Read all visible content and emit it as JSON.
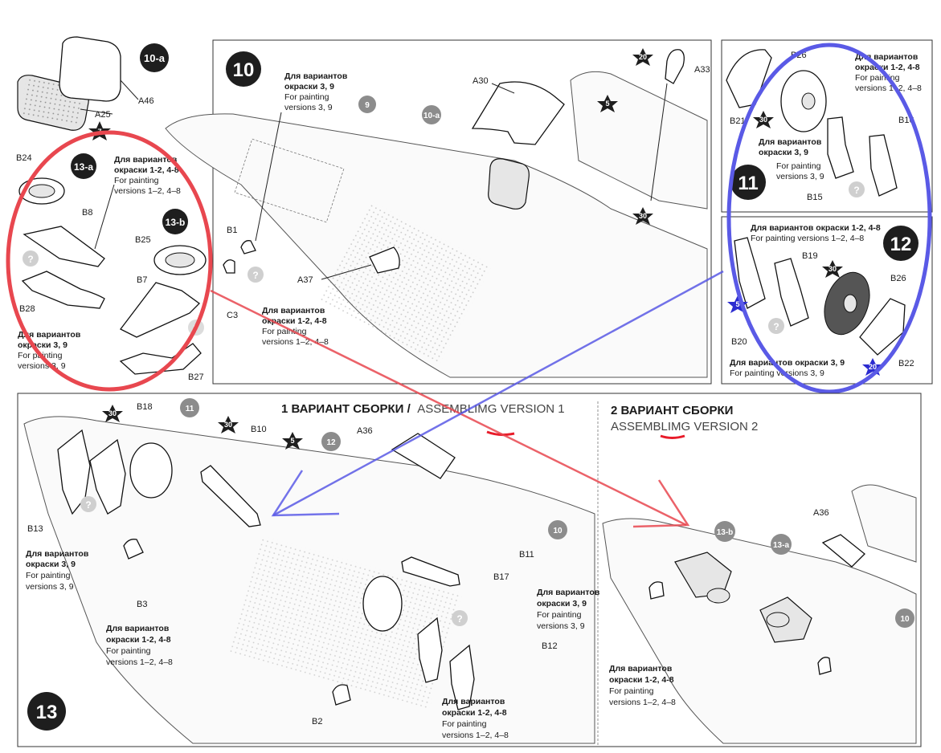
{
  "header": {
    "version1_ru": "1 ВАРИАНТ СБОРКИ /",
    "version1_en": "ASSEMBLIMG VERSION 1",
    "version2_ru": "2 ВАРИАНТ СБОРКИ",
    "version2_en": "ASSEMBLIMG VERSION 2"
  },
  "steps": {
    "s10": "10",
    "s10a": "10-a",
    "s11": "11",
    "s12": "12",
    "s13": "13",
    "s13a": "13-a",
    "s13b": "13-b"
  },
  "parts": {
    "a46": "A46",
    "a25": "A25",
    "b24": "B24",
    "b8": "B8",
    "b28": "B28",
    "b25": "B25",
    "b7": "B7",
    "b27": "B27",
    "b1": "B1",
    "c3": "C3",
    "a37": "A37",
    "a30": "A30",
    "a33": "A33",
    "b26": "B26",
    "b21": "B21",
    "b16": "B16",
    "b15": "B15",
    "b19": "B19",
    "b20": "B20",
    "b22": "B22",
    "b18": "B18",
    "b13": "B13",
    "b10": "B10",
    "a36": "A36",
    "b3": "B3",
    "b11": "B11",
    "b17": "B17",
    "b12": "B12",
    "b2": "B2"
  },
  "notes": {
    "ru_1248": "Для вариантов окраски 1-2, 4-8",
    "en_1248": "For painting versions 1–2, 4–8",
    "ru_39": "Для вариантов окраски 3, 9",
    "en_39": "For painting versions 3, 9",
    "ru_a": "Для вариантов",
    "ru_b_1248": "окраски 1-2, 4-8",
    "ru_b_39": "окраски 3, 9",
    "en_a": "For painting",
    "en_b_1248": "versions 1–2, 4–8",
    "en_b_39": "versions 3, 9"
  },
  "paint": {
    "c7": "7",
    "c5": "5",
    "c30": "30",
    "c20": "20"
  },
  "colors": {
    "red_highlight": "#e8474f",
    "blue_highlight": "#5a5ae6",
    "step_badge": "#1e1e1e",
    "ref_badge": "#8c8c8c"
  }
}
